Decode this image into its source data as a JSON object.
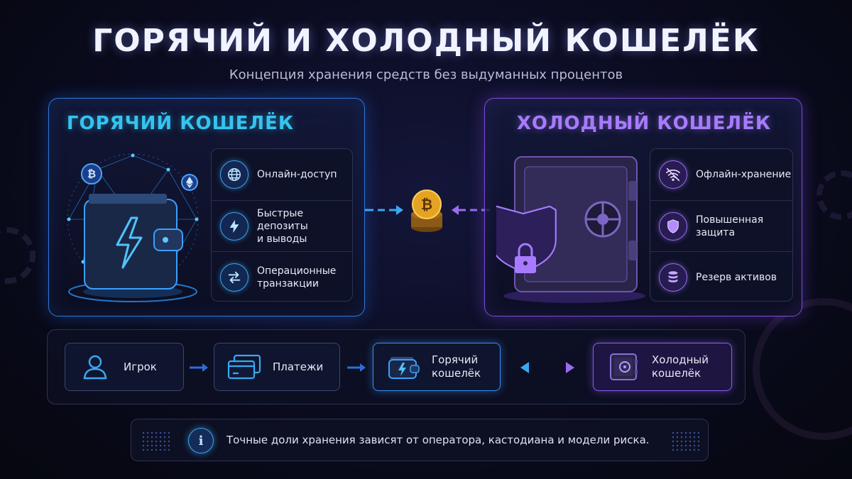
{
  "header": {
    "title": "ГОРЯЧИЙ И ХОЛОДНЫЙ КОШЕЛЁК",
    "subtitle": "Концепция хранения средств без выдуманных процентов"
  },
  "hot_wallet": {
    "title": "ГОРЯЧИЙ КОШЕЛЁК",
    "accent": "#34c4f0",
    "features": [
      {
        "icon": "globe-icon",
        "label": "Онлайн-доступ"
      },
      {
        "icon": "lightning-icon",
        "label": "Быстрые депозиты\nи выводы"
      },
      {
        "icon": "swap-arrows-icon",
        "label": "Операционные\nтранзакции"
      }
    ]
  },
  "cold_wallet": {
    "title": "ХОЛОДНЫЙ КОШЕЛЁК",
    "accent": "#a77bff",
    "features": [
      {
        "icon": "wifi-off-icon",
        "label": "Офлайн-хранение"
      },
      {
        "icon": "shield-icon",
        "label": "Повышенная\nзащита"
      },
      {
        "icon": "coin-stack-icon",
        "label": "Резерв активов"
      }
    ]
  },
  "flow": {
    "nodes": [
      {
        "icon": "user-icon",
        "label": "Игрок"
      },
      {
        "icon": "credit-cards-icon",
        "label": "Платежи"
      },
      {
        "icon": "wallet-icon",
        "label": "Горячий\nкошелёк"
      },
      {
        "icon": "safe-icon",
        "label": "Холодный\nкошелёк"
      }
    ]
  },
  "notice": {
    "icon": "info-icon",
    "text": "Точные доли хранения зависят от оператора, кастодиана и модели риска."
  }
}
